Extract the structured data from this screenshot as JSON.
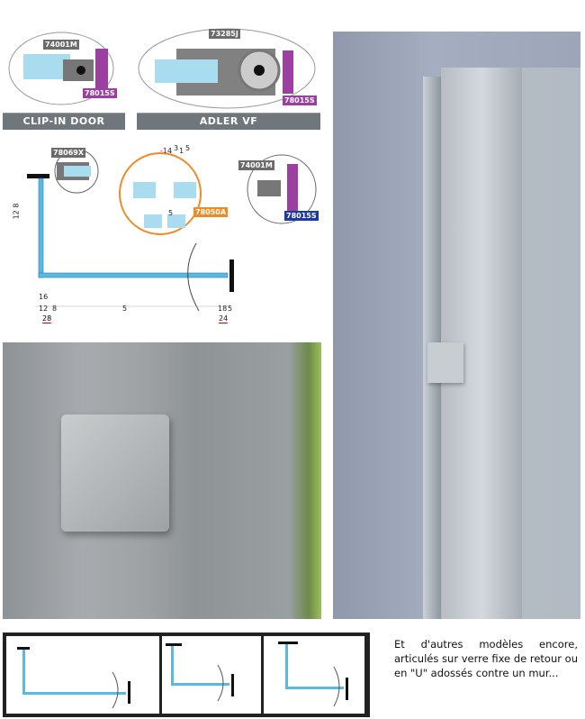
{
  "profiles": [
    {
      "title": "CLIP-IN DOOR",
      "codes": [
        "74001M",
        "78015S"
      ]
    },
    {
      "title": "ADLER VF",
      "codes": [
        "73285J",
        "78015S"
      ]
    }
  ],
  "plan": {
    "codes": {
      "top_left": "78069X",
      "center": "78050A",
      "right_grey": "74001M",
      "right_blue": "78015S"
    },
    "dims": {
      "vertical": "12 8",
      "d16": "16",
      "d12": "12",
      "d8": "8",
      "d28": "28",
      "d5": "5",
      "d18": "18",
      "d5b": "5",
      "d24": "24",
      "detail_neg1": "-1",
      "detail_4": "4",
      "detail_3": "3",
      "detail_1": "1",
      "detail_5": "5",
      "detail_gap": "5"
    }
  },
  "caption": "Et d'autres modèles encore, articulés sur verre fixe de retour ou en \"U\" adossés contre un mur..."
}
